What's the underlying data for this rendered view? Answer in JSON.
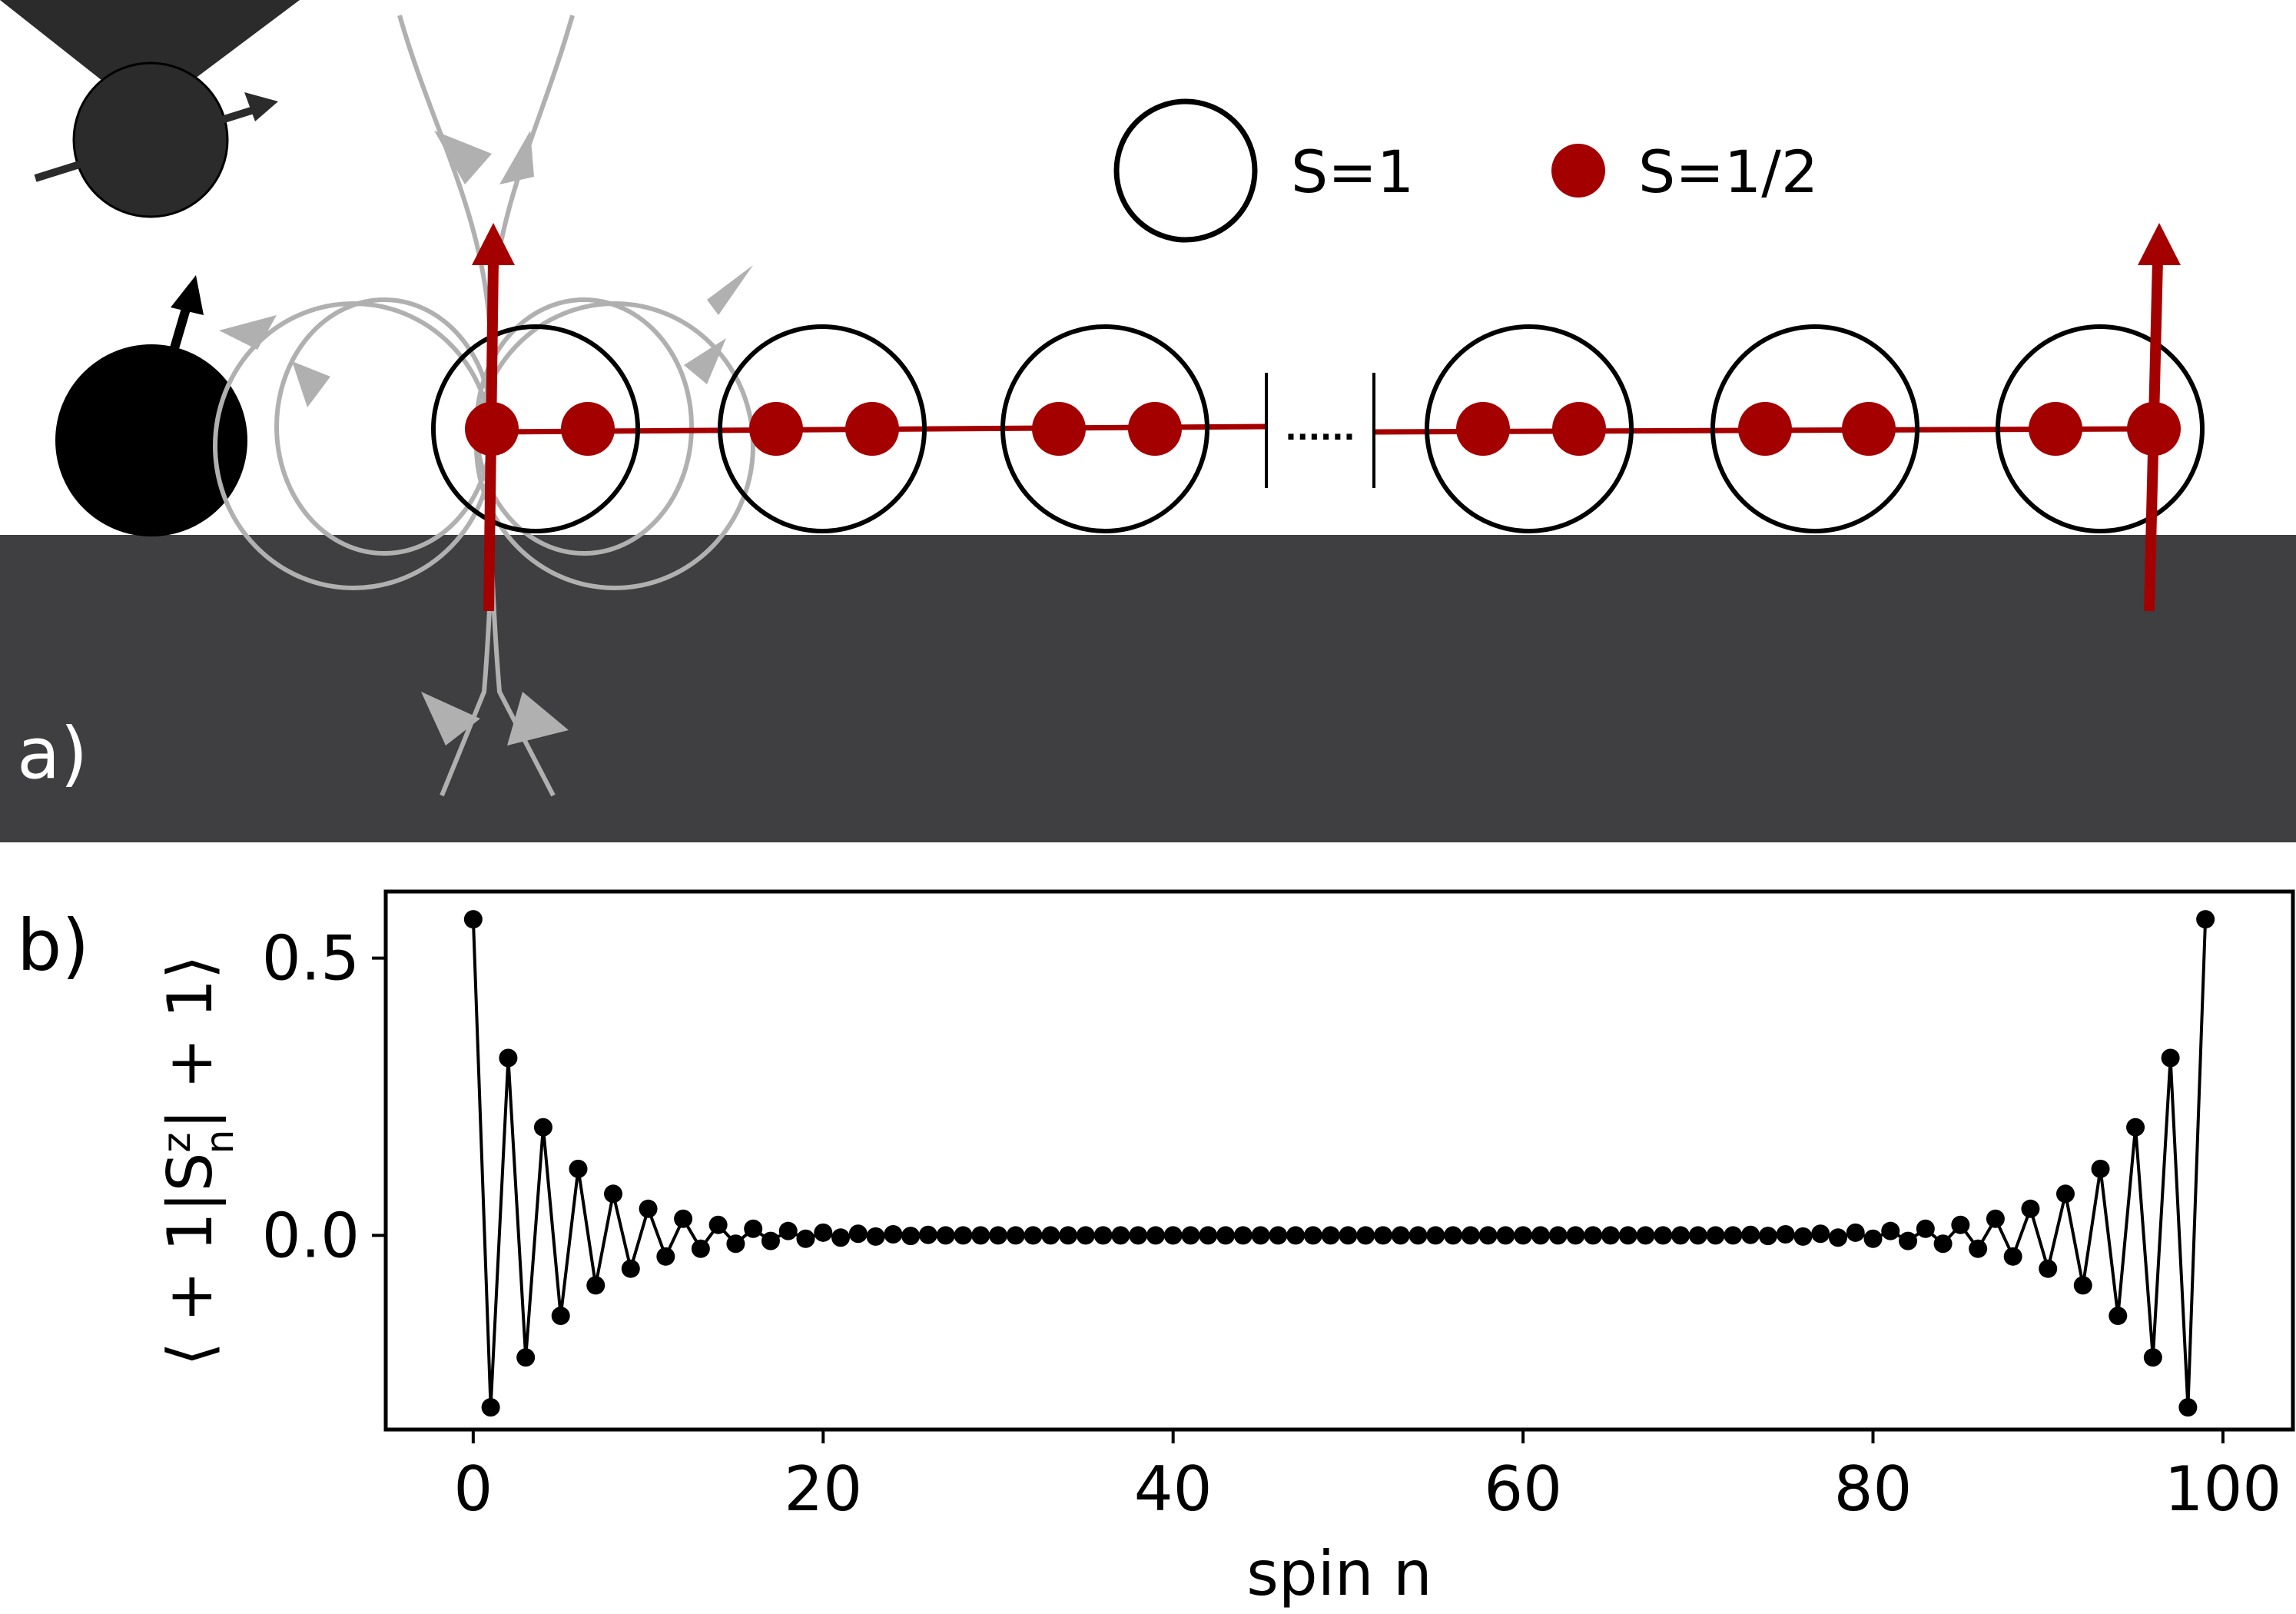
{
  "panel_a": {
    "label": "a)",
    "legend": {
      "s1_label": "S=1",
      "s_half_label": "S=1/2"
    },
    "ellipsis": "......",
    "colors": {
      "substrate": "#3f3e40",
      "tip": "#2b2b2b",
      "spin_half": "#a50000",
      "field_lines": "#b0b0b0",
      "circle_stroke": "#000000"
    },
    "icons": [
      "stm-tip-icon",
      "magnetic-atom-icon",
      "spin-arrow-icon",
      "field-line-arrow-icon",
      "edge-spin-arrow-icon"
    ]
  },
  "panel_b": {
    "label": "b)",
    "chart_data": {
      "type": "scatter",
      "mode": "line+markers",
      "xlabel": "spin n",
      "ylabel": "⟨ + 1|Sⁿᶻ| + 1⟩",
      "ylabel_parts": [
        "⟨ + 1|S",
        "z",
        "n",
        "| + 1⟩"
      ],
      "xlim": [
        -5,
        104
      ],
      "ylim": [
        -0.35,
        0.62
      ],
      "xticks": [
        0,
        20,
        40,
        60,
        80,
        100
      ],
      "xtick_labels": [
        "0",
        "20",
        "40",
        "60",
        "80",
        "100"
      ],
      "yticks": [
        0.5,
        0.0
      ],
      "ytick_labels": [
        "0.5",
        "0.0"
      ],
      "line_color": "#000000",
      "marker_color": "#000000",
      "x": [
        0,
        1,
        2,
        3,
        4,
        5,
        6,
        7,
        8,
        9,
        10,
        11,
        12,
        13,
        14,
        15,
        16,
        17,
        18,
        19,
        20,
        21,
        22,
        23,
        24,
        25,
        26,
        27,
        28,
        29,
        30,
        31,
        32,
        33,
        34,
        35,
        36,
        37,
        38,
        39,
        40,
        41,
        42,
        43,
        44,
        45,
        46,
        47,
        48,
        49,
        50,
        51,
        52,
        53,
        54,
        55,
        56,
        57,
        58,
        59,
        60,
        61,
        62,
        63,
        64,
        65,
        66,
        67,
        68,
        69,
        70,
        71,
        72,
        73,
        74,
        75,
        76,
        77,
        78,
        79,
        80,
        81,
        82,
        83,
        84,
        85,
        86,
        87,
        88,
        89,
        90,
        91,
        92,
        93,
        94,
        95,
        96,
        97,
        98,
        99
      ],
      "y": [
        0.57,
        -0.31,
        0.32,
        -0.22,
        0.195,
        -0.145,
        0.12,
        -0.09,
        0.075,
        -0.06,
        0.048,
        -0.038,
        0.03,
        -0.024,
        0.019,
        -0.015,
        0.012,
        -0.01,
        0.008,
        -0.006,
        0.005,
        -0.004,
        0.003,
        -0.002,
        0.002,
        -0.001,
        0.001,
        0,
        0,
        0,
        0,
        0,
        0,
        0,
        0,
        0,
        0,
        0,
        0,
        0,
        0,
        0,
        0,
        0,
        0,
        0,
        0,
        0,
        0,
        0,
        0,
        0,
        0,
        0,
        0,
        0,
        0,
        0,
        0,
        0,
        0,
        0,
        0,
        0,
        0,
        0,
        0,
        0,
        0,
        0,
        0,
        0,
        0,
        0.001,
        -0.001,
        0.002,
        -0.002,
        0.003,
        -0.004,
        0.005,
        -0.006,
        0.008,
        -0.01,
        0.012,
        -0.015,
        0.019,
        -0.024,
        0.03,
        -0.038,
        0.048,
        -0.06,
        0.075,
        -0.09,
        0.12,
        -0.145,
        0.195,
        -0.22,
        0.32,
        -0.31,
        0.57
      ]
    }
  }
}
